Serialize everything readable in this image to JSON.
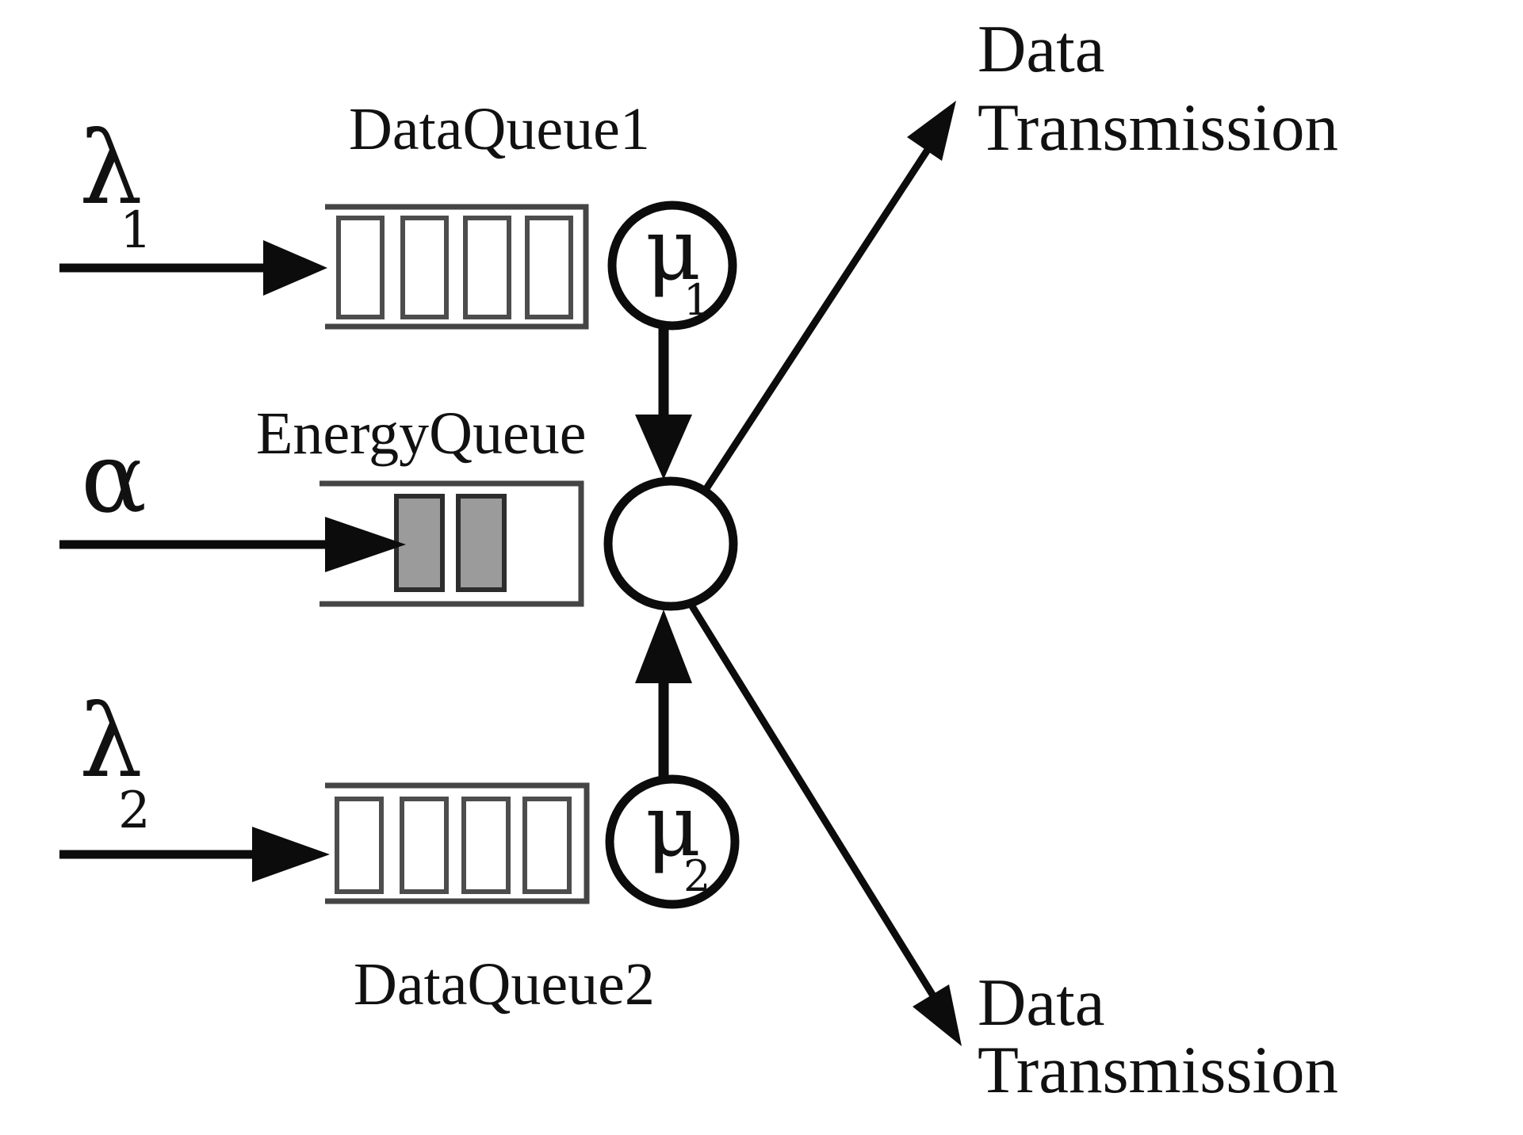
{
  "diagram": {
    "arrivals": [
      {
        "id": "lambda1",
        "symbol": "λ",
        "subscript": "1"
      },
      {
        "id": "alpha",
        "symbol": "α",
        "subscript": ""
      },
      {
        "id": "lambda2",
        "symbol": "λ",
        "subscript": "2"
      }
    ],
    "queues": [
      {
        "id": "data-queue-1",
        "label": "DataQueue1",
        "slots": 4,
        "filled": 0
      },
      {
        "id": "energy-queue",
        "label": "EnergyQueue",
        "slots": 2,
        "filled": 2
      },
      {
        "id": "data-queue-2",
        "label": "DataQueue2",
        "slots": 4,
        "filled": 0
      }
    ],
    "servers": [
      {
        "id": "mu1",
        "symbol": "μ",
        "subscript": "1"
      },
      {
        "id": "combiner",
        "symbol": "",
        "subscript": ""
      },
      {
        "id": "mu2",
        "symbol": "μ",
        "subscript": "2"
      }
    ],
    "outputs": [
      {
        "id": "transmission-top",
        "line1": "Data",
        "line2": "Transmission"
      },
      {
        "id": "transmission-bottom",
        "line1": "Data",
        "line2": "Transmission"
      }
    ],
    "colors": {
      "stroke": "#0c0c0c",
      "queue_border": "#454545",
      "slot_border": "#4d4d4d",
      "slot_empty_fill": "#ffffff",
      "slot_filled_fill": "#9b9b9b",
      "slot_filled_border": "#2d2d2d",
      "background": "#ffffff",
      "text": "#111111"
    }
  }
}
